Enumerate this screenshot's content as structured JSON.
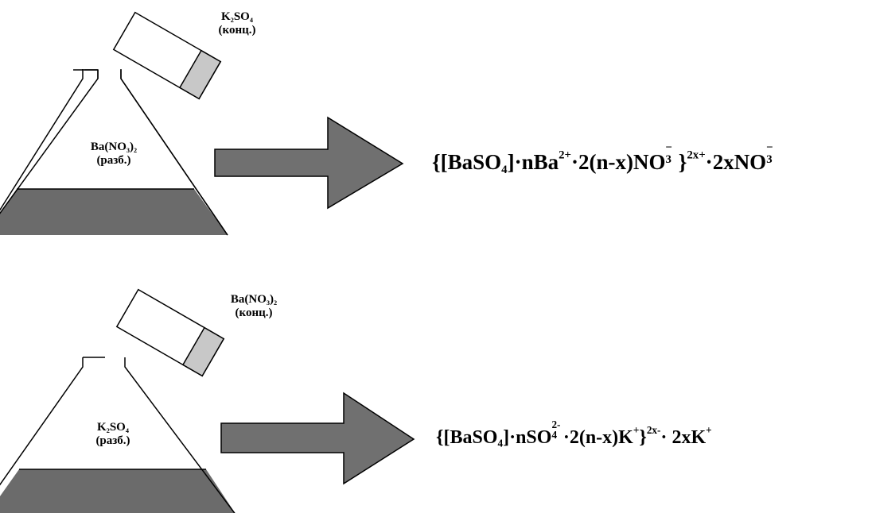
{
  "colors": {
    "liquid": "#6b6b6b",
    "label": "#c8c8c8",
    "arrow": "#707070",
    "outline": "#000000"
  },
  "scenes": [
    {
      "reagent": {
        "formula_main": "K",
        "formula_sub1": "2",
        "formula_rest": "SO",
        "formula_sub2": "4",
        "note": "(конц.)"
      },
      "solution": {
        "formula_main": "Ba(NO",
        "formula_sub1": "3",
        "formula_rest": ")",
        "formula_sub2": "2",
        "note": "(разб.)"
      },
      "micelle": {
        "open": "{[BaSO",
        "core_sub": "4",
        "core_close": "]·nBa",
        "ion1_charge": "2+",
        "dot1": "·",
        "mid": "2(n-x)NO",
        "ion2_charge": "−",
        "ion2_sub": "3",
        "close": "}",
        "granule_charge": "2x+",
        "dot2": "·",
        "tail": "2xNO",
        "ion3_charge": "−",
        "ion3_sub": "3"
      }
    },
    {
      "reagent": {
        "formula_main": "Ba(NO",
        "formula_sub1": "3",
        "formula_rest": ")",
        "formula_sub2": "2",
        "note": "(конц.)"
      },
      "solution": {
        "formula_main": "K",
        "formula_sub1": "2",
        "formula_rest": "SO",
        "formula_sub2": "4",
        "note": "(разб.)"
      },
      "micelle": {
        "open": "{[BaSO",
        "core_sub": "4",
        "core_close": "]·nSO",
        "ion1_charge": "2-",
        "ion1_sub": "4",
        "dot1": "·",
        "mid": "2(n-x)K",
        "ion2_charge": "+",
        "close": "}",
        "granule_charge": "2x-",
        "dot2": "·",
        "tail": " 2xK",
        "ion3_charge": "+"
      }
    }
  ]
}
